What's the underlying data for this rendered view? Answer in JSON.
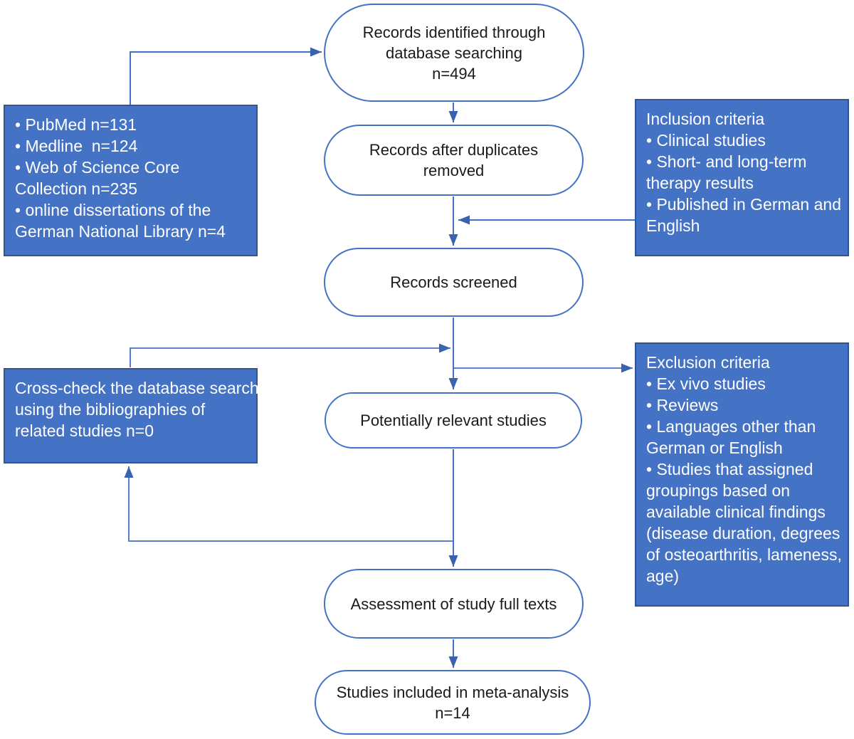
{
  "flow": {
    "records_identified": {
      "lines": [
        "Records identified through",
        "database searching",
        "n=494"
      ]
    },
    "after_duplicates": {
      "lines": [
        "Records after duplicates",
        "removed"
      ]
    },
    "records_screened": {
      "lines": [
        "Records screened"
      ]
    },
    "potentially_relevant": {
      "lines": [
        "Potentially relevant studies"
      ]
    },
    "full_text_assessment": {
      "lines": [
        "Assessment of study full texts"
      ]
    },
    "included_meta_analysis": {
      "lines": [
        "Studies included in meta-analysis",
        "n=14"
      ]
    }
  },
  "panels": {
    "databases": {
      "lines": [
        "• PubMed n=131",
        "• Medline  n=124",
        "• Web of Science Core",
        "Collection n=235",
        "• online dissertations of the",
        "German National Library n=4"
      ]
    },
    "inclusion": {
      "lines": [
        "Inclusion criteria",
        "• Clinical studies",
        "• Short- and long-term",
        "therapy results",
        "• Published in German and",
        "English"
      ]
    },
    "cross_check": {
      "lines": [
        "Cross-check the database search",
        "using the bibliographies of",
        "related studies n=0"
      ]
    },
    "exclusion": {
      "lines": [
        "Exclusion criteria",
        "• Ex vivo studies",
        "• Reviews",
        "• Languages other than",
        "German or English",
        "• Studies that assigned",
        "groupings based on",
        "available clinical findings",
        "(disease duration, degrees",
        "of osteoarthritis, lameness,",
        "age)"
      ]
    }
  },
  "colors": {
    "node_border": "#4472C4",
    "node_fill": "#FFFFFF",
    "node_text": "#1A1A1A",
    "panel_fill": "#4472C4",
    "panel_border": "#2F5597",
    "panel_text": "#FFFFFF",
    "connector": "#4472C4",
    "arrowhead": "#3A62AE"
  }
}
